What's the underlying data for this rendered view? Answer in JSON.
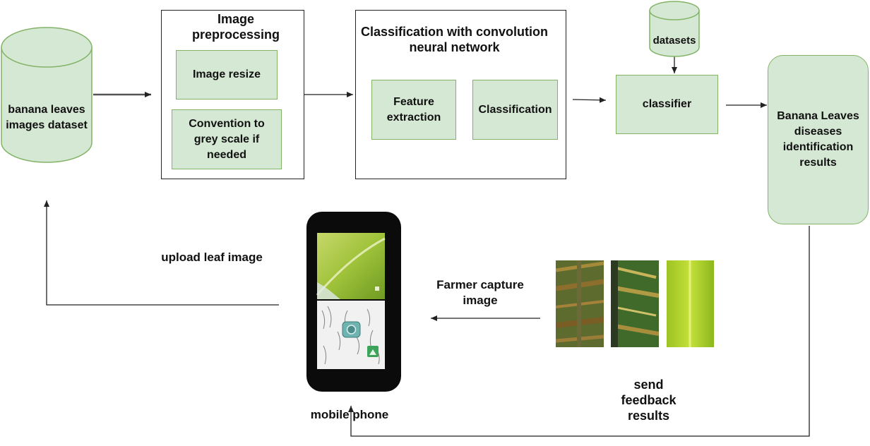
{
  "dataset": {
    "label": "banana leaves images dataset"
  },
  "preprocessing": {
    "title": "Image preprocessing",
    "resize": "Image resize",
    "grey": "Convention to grey scale if needed"
  },
  "cnn": {
    "title": "Classification with convolution neural network",
    "feature": "Feature extraction",
    "classification": "Classification"
  },
  "datasets_db": {
    "label": "datasets"
  },
  "classifier": {
    "label": "classifier"
  },
  "results": {
    "label": "Banana Leaves diseases identification results"
  },
  "edges": {
    "upload": "upload leaf image",
    "capture": "Farmer capture image",
    "feedback": "send feedback results"
  },
  "phone": {
    "label": "mobile phone"
  },
  "colors": {
    "fill": "#d5e8d4",
    "stroke": "#82b366",
    "line": "#222222"
  }
}
